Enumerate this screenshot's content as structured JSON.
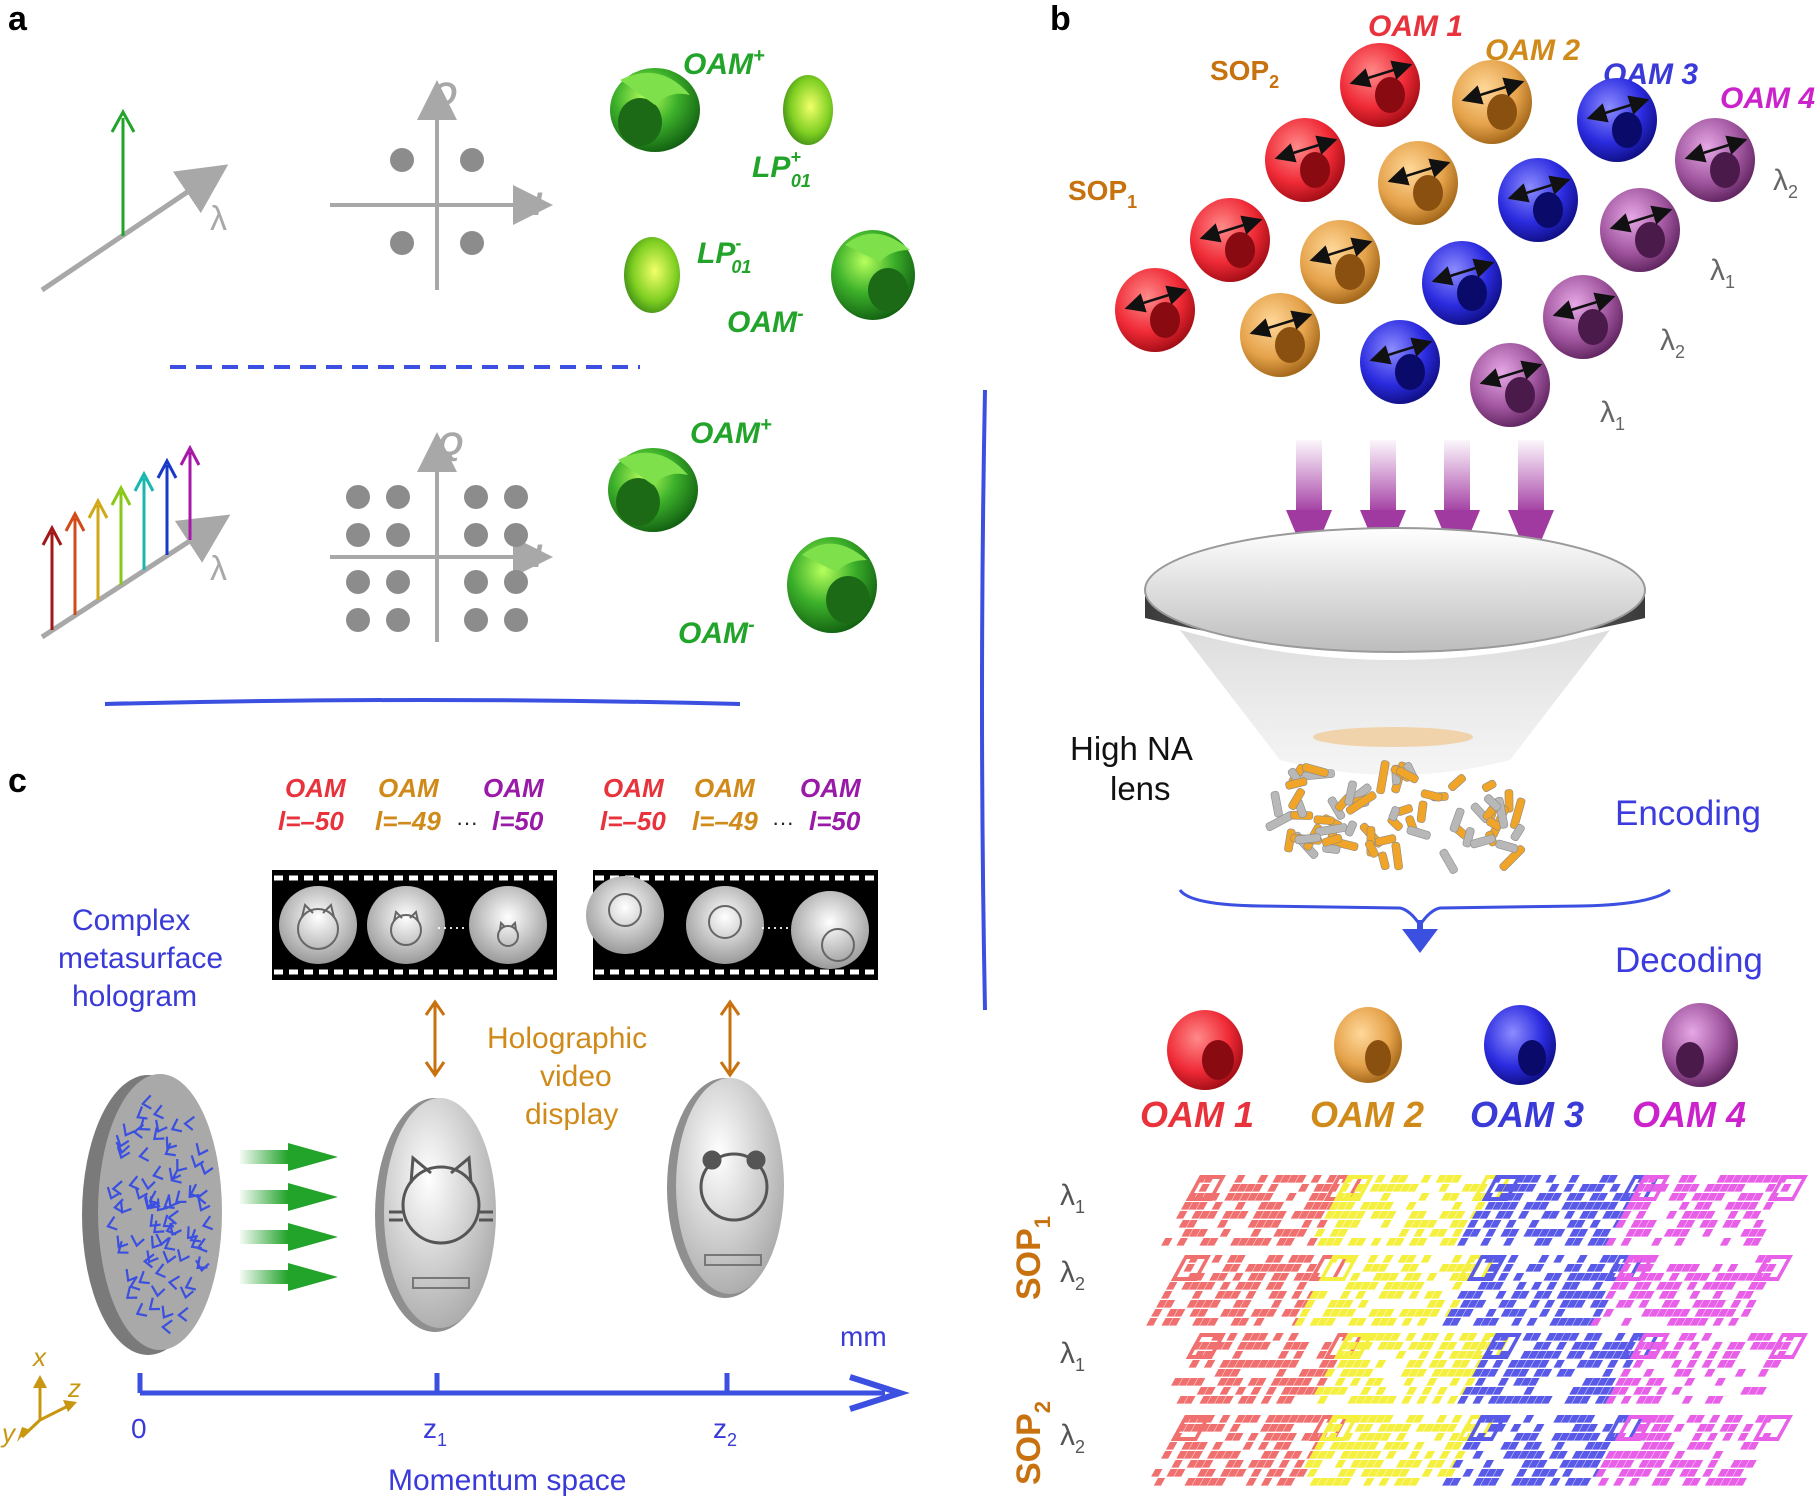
{
  "panels": {
    "a": "a",
    "b": "b",
    "c": "c"
  },
  "colors": {
    "green": "#22a32a",
    "gray": "#9a9a9a",
    "blue": "#3b4fe0",
    "red": "#e8323c",
    "orange": "#d08a1a",
    "indigo": "#3a3ad8",
    "magenta": "#cc22cc",
    "purple": "#9a1aa8",
    "dark_orange": "#c8710f"
  },
  "panel_a": {
    "lambda": "λ",
    "q_axis": "Q",
    "i_axis": "I",
    "top": {
      "oam_plus": "OAM",
      "oam_plus_sup": "+",
      "lp_plus": "LP",
      "lp_plus_sup": "+",
      "lp_plus_sub": "01",
      "lp_minus": "LP",
      "lp_minus_sup": "-",
      "lp_minus_sub": "01",
      "oam_minus": "OAM",
      "oam_minus_sup": "-"
    },
    "bottom": {
      "oam_plus": "OAM",
      "oam_plus_sup": "+",
      "oam_minus": "OAM",
      "oam_minus_sup": "-"
    }
  },
  "panel_b": {
    "oam_labels": [
      "OAM 1",
      "OAM 2",
      "OAM 3",
      "OAM 4"
    ],
    "sop1": "SOP",
    "sop1_sub": "1",
    "sop2": "SOP",
    "sop2_sub": "2",
    "lambda": "λ",
    "sub1": "1",
    "sub2": "2",
    "lens_line1": "High NA",
    "lens_line2": "lens",
    "encoding": "Encoding",
    "decoding": "Decoding",
    "decoded_labels": [
      "OAM 1",
      "OAM 2",
      "OAM 3",
      "OAM 4"
    ],
    "qr_sop1": "SOP",
    "qr_sop1_sub": "1",
    "qr_sop2": "SOP",
    "qr_sop2_sub": "2"
  },
  "panel_c": {
    "video1_labels": [
      {
        "top": "OAM",
        "bottom": "l=–50"
      },
      {
        "top": "OAM",
        "bottom": "l=–49"
      },
      {
        "top": "OAM",
        "bottom": "l=50"
      }
    ],
    "video2_labels": [
      {
        "top": "OAM",
        "bottom": "l=–50"
      },
      {
        "top": "OAM",
        "bottom": "l=–49"
      },
      {
        "top": "OAM",
        "bottom": "l=50"
      }
    ],
    "ellipsis": "···",
    "film_ellipsis": "·····",
    "hologram_label": [
      "Complex",
      "metasurface",
      "hologram"
    ],
    "display_label": [
      "Holographic",
      "video",
      "display"
    ],
    "axis_unit": "mm",
    "tick_0": "0",
    "tick_z1": "z",
    "tick_z1_sub": "1",
    "tick_z2": "z",
    "tick_z2_sub": "2",
    "axis_title": "Momentum space",
    "coord_x": "x",
    "coord_y": "y",
    "coord_z": "z"
  }
}
